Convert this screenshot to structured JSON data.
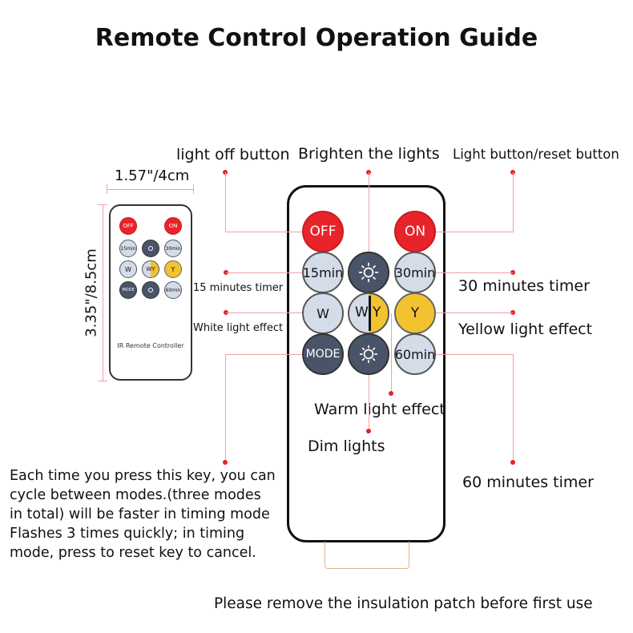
{
  "title": "Remote Control Operation Guide",
  "dimensions": {
    "width": "1.57\"/4cm",
    "height": "3.35\"/8.5cm"
  },
  "small_remote": {
    "text": "IR Remote Controller",
    "buttons": [
      "OFF",
      "ON",
      "15min",
      "30min",
      "W",
      "WY",
      "Y",
      "MODE",
      "60min"
    ]
  },
  "remote_buttons": {
    "off": "OFF",
    "on": "ON",
    "timer15": "15min",
    "timer30": "30min",
    "white": "W",
    "warm_w": "W",
    "warm_y": "Y",
    "yellow": "Y",
    "mode": "MODE",
    "timer60": "60min"
  },
  "labels": {
    "light_off": "light off button",
    "brighten": "Brighten the lights",
    "light_reset": "Light button/reset button",
    "timer15": "15 minutes timer",
    "timer30": "30 minutes timer",
    "white": "White light effect",
    "yellow": "Yellow light effect",
    "warm": "Warm light effect",
    "dim": "Dim lights",
    "timer60": "60 minutes timer",
    "mode_desc": [
      "Each time you press this key, you can",
      "cycle between modes.(three modes",
      "in total) will be faster in timing mode",
      "Flashes 3 times quickly; in timing",
      "mode, press to reset key to cancel."
    ],
    "footer": "Please remove the insulation patch before first use"
  },
  "colors": {
    "red": "#e8232a",
    "yellow": "#f2c230",
    "light": "#d4dbe9",
    "dark": "#4a5468",
    "leader": "#e8202c"
  },
  "icons": [
    "sun-icon-brighten",
    "sun-icon-dim"
  ]
}
